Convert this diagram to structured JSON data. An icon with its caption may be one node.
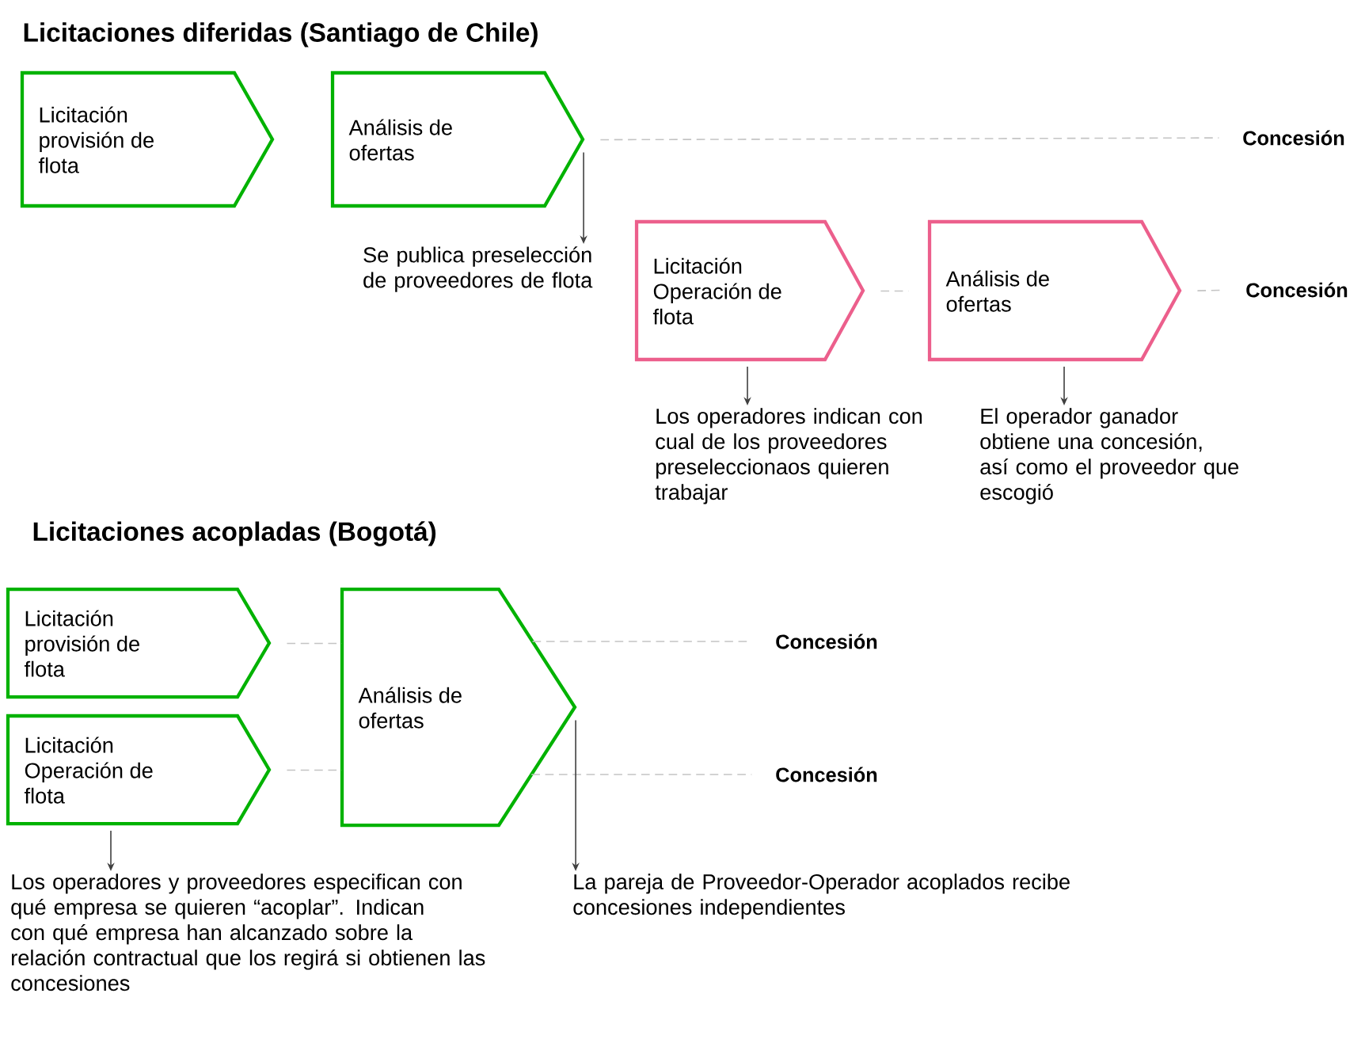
{
  "diagram": {
    "title": "Licitaciones diferidas (Santiago de Chile)",
    "nodes": [
      {
        "text": [
          "Licitación provisión de flota"
        ]
      },
      {
        "text": [
          "Análisis de ofertas"
        ]
      },
      {
        "text": [
          "Concesión"
        ]
      },
      {
        "text": [
          "Se publica preselección de proveedores de flota"
        ]
      },
      {
        "text": [
          "Licitación Operación de flota"
        ]
      },
      {
        "text": [
          "Análisis de ofertas"
        ]
      },
      {
        "text": [
          "Concesión"
        ]
      },
      {
        "text": [
          "Los operadores indican con cual de los proveedores preseleccionaos quieren trabajar"
        ]
      },
      {
        "text": [
          "El operador ganador obtiene una concesión, así como el proveedor que escogió"
        ]
      },
      {
        "text": [
          "Licitación provisión de flota"
        ]
      },
      {
        "text": [
          "Licitación Operación de flota"
        ]
      },
      {
        "text": [
          "Análisis de ofertas"
        ]
      },
      {
        "text": [
          "Concesión"
        ]
      },
      {
        "text": [
          "Concesión"
        ]
      },
      {
        "text": [
          "Los operadores y proveedores especifican con qué empresa se quieren “acoplar”. Indican con qué empresa han alcanzado sobre la relación contractual que los regirá si obtienen las concesiones"
        ]
      },
      {
        "text": [
          "La pareja de Proveedor-Operador acoplados recibe concesiones independientes"
        ]
      }
    ],
    "edges": [
      {
        "from": 1,
        "to": 2,
        "arrow": "none",
        "style": "dashed",
        "color": "#c4c4c4"
      },
      {
        "from": 1,
        "to": 3,
        "arrow": "to",
        "color": "#404040"
      },
      {
        "from": 4,
        "to": 5,
        "arrow": "none",
        "style": "dashed",
        "color": "#c4c4c4"
      },
      {
        "from": 5,
        "to": 6,
        "arrow": "none",
        "style": "dashed",
        "color": "#c4c4c4"
      },
      {
        "from": 4,
        "to": 7,
        "arrow": "to",
        "color": "#404040"
      },
      {
        "from": 5,
        "to": 8,
        "arrow": "to",
        "color": "#404040"
      },
      {
        "from": 9,
        "to": 11,
        "arrow": "none",
        "style": "dashed",
        "color": "#c4c4c4"
      },
      {
        "from": 11,
        "to": 12,
        "arrow": "none",
        "style": "dashed",
        "color": "#c4c4c4"
      },
      {
        "from": 10,
        "to": 11,
        "arrow": "none",
        "style": "dashed",
        "color": "#c4c4c4"
      },
      {
        "from": 11,
        "to": 13,
        "arrow": "none",
        "style": "dashed",
        "color": "#c4c4c4"
      },
      {
        "from": 10,
        "to": 14,
        "arrow": "to",
        "color": "#404040"
      },
      {
        "from": 11,
        "to": 15,
        "arrow": "to",
        "color": "#404040"
      }
    ],
    "labels": [
      "Licitaciones acopladas (Bogotá)"
    ]
  }
}
